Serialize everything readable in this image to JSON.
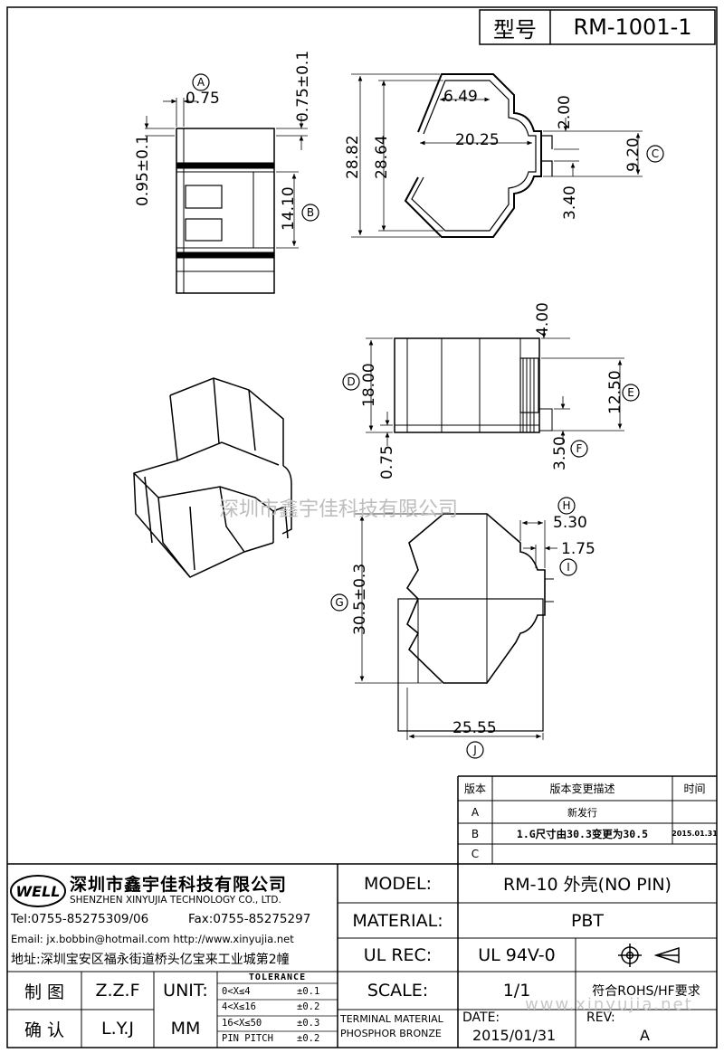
{
  "header": {
    "model_label": "型号",
    "model_value": "RM-1001-1"
  },
  "dimensions": {
    "d0_75_A": "0.75",
    "d0_75_tol": "0.75±0.1",
    "d0_95_tol": "0.95±0.1",
    "d14_10": "14.10",
    "d28_82": "28.82",
    "d28_64": "28.64",
    "d6_49": "6.49",
    "d20_25": "20.25",
    "d2_00": "2.00",
    "d9_20": "9.20",
    "d3_40": "3.40",
    "d4_00": "4.00",
    "d18_00": "18.00",
    "d12_50": "12.50",
    "d0_75_b": "0.75",
    "d3_50": "3.50",
    "d5_30": "5.30",
    "d1_75": "1.75",
    "d30_5": "30.5±0.3",
    "d25_55": "25.55"
  },
  "callouts": {
    "A": "A",
    "B": "B",
    "C": "C",
    "D": "D",
    "E": "E",
    "F": "F",
    "G": "G",
    "H": "H",
    "I": "I",
    "J": "J"
  },
  "watermark": {
    "center": "深圳市鑫宇佳科技有限公司",
    "corner": "www.xinyujia.net"
  },
  "revision_table": {
    "headers": [
      "版本",
      "版本变更描述",
      "时间"
    ],
    "rows": [
      {
        "ver": "A",
        "desc": "新发行",
        "date": ""
      },
      {
        "ver": "B",
        "desc": "1.G尺寸由30.3变更为30.5",
        "date": "2015.01.31"
      },
      {
        "ver": "C",
        "desc": "",
        "date": ""
      }
    ]
  },
  "company": {
    "logo_text": "WELL",
    "name_cn": "深圳市鑫宇佳科技有限公司",
    "name_en": "SHENZHEN XINYUJIA TECHNOLOGY CO., LTD.",
    "tel": "Tel:0755-85275309/06",
    "fax": "Fax:0755-85275297",
    "email": "Email: jx.bobbin@hotmail.com http://www.xinyujia.net",
    "address": "地址:深圳宝安区福永街道桥头亿宝来工业城第2幢"
  },
  "title_block": {
    "model_label": "MODEL:",
    "model_value": "RM-10 外壳(NO PIN)",
    "material_label": "MATERIAL:",
    "material_value": "PBT",
    "ulrec_label": "UL REC:",
    "ulrec_value": "UL 94V-0",
    "scale_label": "SCALE:",
    "scale_value": "1/1",
    "rohs": "符合ROHS/HF要求",
    "date_label": "DATE:",
    "date_value": "2015/01/31",
    "rev_label": "REV:",
    "rev_value": "A",
    "drawn_label": "制 图",
    "drawn_value": "Z.Z.F",
    "check_label": "确 认",
    "check_value": "L.Y.J",
    "unit_label": "UNIT:",
    "unit_value": "MM",
    "terminal_material": "TERMINAL MATERIAL",
    "phosphor": "PHOSPHOR BRONZE"
  },
  "tolerance": {
    "title": "TOLERANCE",
    "rows": [
      {
        "range": "0<X≤4",
        "tol": "±0.1"
      },
      {
        "range": "4<X≤16",
        "tol": "±0.2"
      },
      {
        "range": "16<X≤50",
        "tol": "±0.3"
      },
      {
        "range": "PIN PITCH",
        "tol": "±0.2"
      }
    ]
  }
}
